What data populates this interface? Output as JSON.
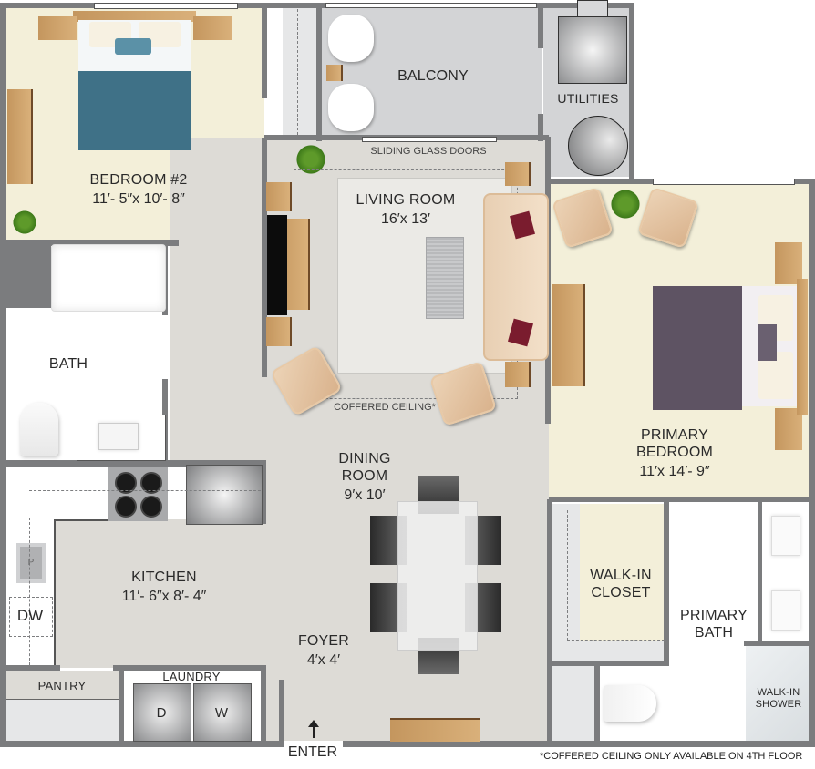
{
  "floorplan": {
    "rooms": [
      {
        "id": "bedroom2",
        "name": "BEDROOM #2",
        "dims": "11′- 5″x 10′- 8″"
      },
      {
        "id": "balcony",
        "name": "BALCONY",
        "dims": ""
      },
      {
        "id": "utilities",
        "name": "UTILITIES",
        "dims": ""
      },
      {
        "id": "living",
        "name": "LIVING ROOM",
        "dims": "16′x 13′"
      },
      {
        "id": "primary_bedroom",
        "name_line1": "PRIMARY",
        "name_line2": "BEDROOM",
        "dims": "11′x 14′- 9″"
      },
      {
        "id": "bath",
        "name": "BATH",
        "dims": ""
      },
      {
        "id": "dining",
        "name_line1": "DINING",
        "name_line2": "ROOM",
        "dims": "9′x 10′"
      },
      {
        "id": "kitchen",
        "name": "KITCHEN",
        "dims": "11′- 6″x 8′- 4″"
      },
      {
        "id": "walkin_closet",
        "name_line1": "WALK-IN",
        "name_line2": "CLOSET",
        "dims": ""
      },
      {
        "id": "primary_bath",
        "name_line1": "PRIMARY",
        "name_line2": "BATH",
        "dims": ""
      },
      {
        "id": "foyer",
        "name": "FOYER",
        "dims": "4′x 4′"
      },
      {
        "id": "pantry",
        "name": "PANTRY",
        "dims": ""
      },
      {
        "id": "laundry",
        "name": "LAUNDRY",
        "dims": ""
      },
      {
        "id": "walkin_shower",
        "name_line1": "WALK-IN",
        "name_line2": "SHOWER",
        "dims": ""
      }
    ],
    "annotations": {
      "sliding_glass_doors": "SLIDING GLASS DOORS",
      "coffered_ceiling": "COFFERED CEILING*",
      "enter": "ENTER",
      "dishwasher": "DW",
      "dryer": "D",
      "washer": "W",
      "pantry_sink": "P"
    },
    "footnote": "*COFFERED CEILING ONLY AVAILABLE ON 4TH FLOOR",
    "colors": {
      "wall": "#7b7c7e",
      "bedroom_floor": "#f3efd9",
      "common_floor": "#dddbd6",
      "bath_floor": "#ffffff",
      "balcony_floor": "#d3d4d6",
      "bed2_blanket": "#3f7187",
      "primary_blanket": "#5e5363",
      "wood": "#c9a06a",
      "pillow_accent": "#7a1c2e"
    }
  }
}
